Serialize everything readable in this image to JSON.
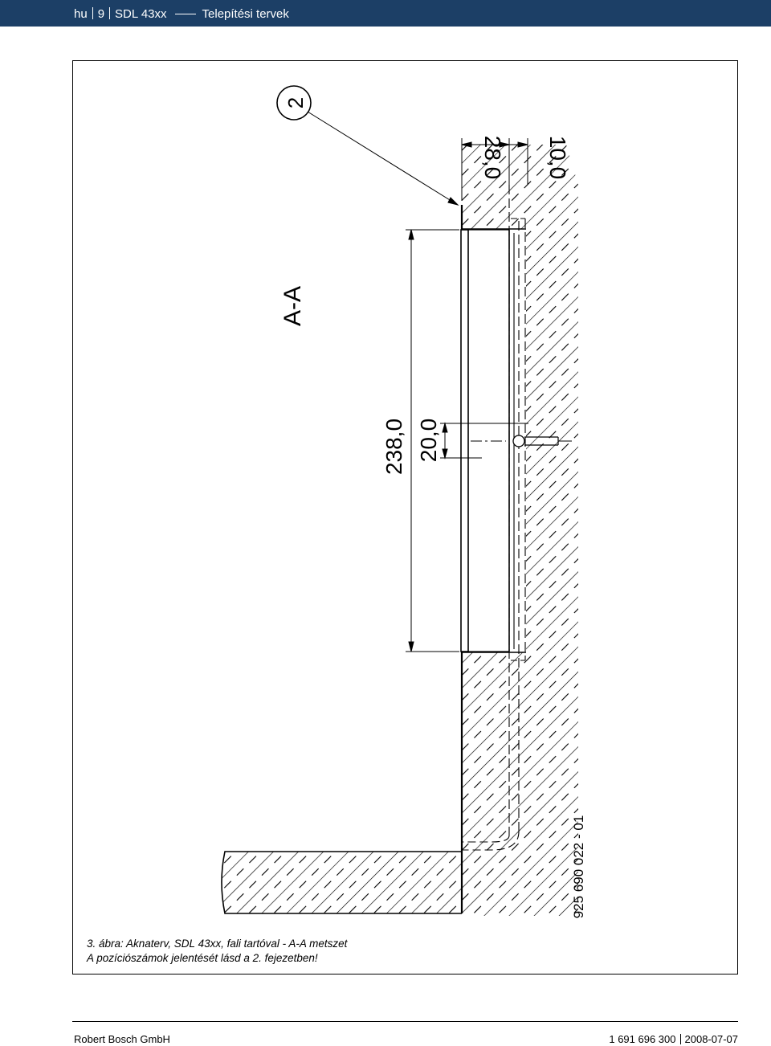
{
  "header": {
    "lang": "hu",
    "page": "9",
    "product": "SDL 43xx",
    "section": "Telepítési tervek"
  },
  "drawing": {
    "section_label": "A-A",
    "position_number": "2",
    "dim_238": "238,0",
    "dim_20": "20,0",
    "dim_28": "28,0",
    "dim_10": "10,0",
    "drawing_number": "925 690 022 - 01"
  },
  "caption": {
    "line1": "3. ábra: Aknaterv, SDL 43xx, fali tartóval - A-A metszet",
    "line2": "A pozíciószámok jelentését lásd a 2. fejezetben!"
  },
  "footer": {
    "company": "Robert Bosch GmbH",
    "doc_number": "1 691 696 300",
    "date": "2008-07-07"
  }
}
